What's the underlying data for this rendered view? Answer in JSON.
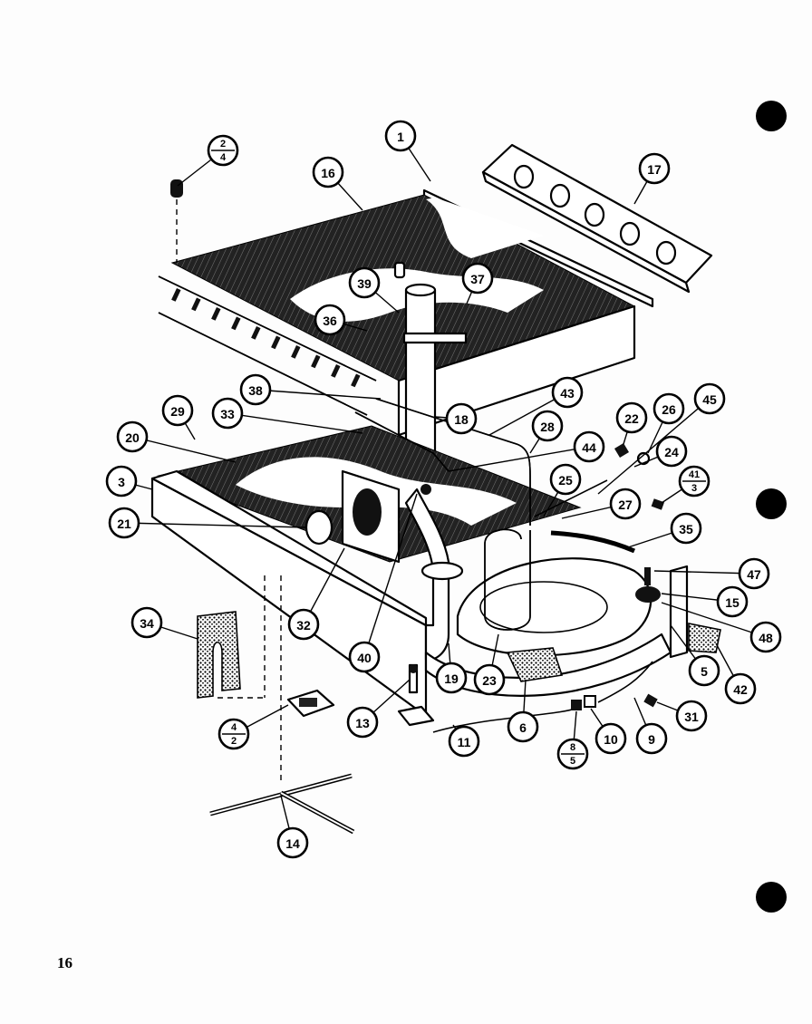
{
  "page_number": "16",
  "callouts": [
    {
      "id": "c1",
      "label": "1"
    },
    {
      "id": "c16",
      "label": "16"
    },
    {
      "id": "c17",
      "label": "17"
    },
    {
      "id": "c37",
      "label": "37"
    },
    {
      "id": "c39",
      "label": "39"
    },
    {
      "id": "c36",
      "label": "36"
    },
    {
      "id": "c38",
      "label": "38"
    },
    {
      "id": "c43",
      "label": "43"
    },
    {
      "id": "c18",
      "label": "18"
    },
    {
      "id": "c28",
      "label": "28"
    },
    {
      "id": "c22",
      "label": "22"
    },
    {
      "id": "c26",
      "label": "26"
    },
    {
      "id": "c45",
      "label": "45"
    },
    {
      "id": "c29",
      "label": "29"
    },
    {
      "id": "c33",
      "label": "33"
    },
    {
      "id": "c20",
      "label": "20"
    },
    {
      "id": "c44",
      "label": "44"
    },
    {
      "id": "c24",
      "label": "24"
    },
    {
      "id": "c3",
      "label": "3"
    },
    {
      "id": "c25",
      "label": "25"
    },
    {
      "id": "c27",
      "label": "27"
    },
    {
      "id": "c21",
      "label": "21"
    },
    {
      "id": "c35",
      "label": "35"
    },
    {
      "id": "c47",
      "label": "47"
    },
    {
      "id": "c15",
      "label": "15"
    },
    {
      "id": "c48",
      "label": "48"
    },
    {
      "id": "c34",
      "label": "34"
    },
    {
      "id": "c32",
      "label": "32"
    },
    {
      "id": "c40",
      "label": "40"
    },
    {
      "id": "c19",
      "label": "19"
    },
    {
      "id": "c23",
      "label": "23"
    },
    {
      "id": "c5",
      "label": "5"
    },
    {
      "id": "c42",
      "label": "42"
    },
    {
      "id": "c13",
      "label": "13"
    },
    {
      "id": "c6",
      "label": "6"
    },
    {
      "id": "c31",
      "label": "31"
    },
    {
      "id": "c11",
      "label": "11"
    },
    {
      "id": "c10",
      "label": "10"
    },
    {
      "id": "c9",
      "label": "9"
    },
    {
      "id": "c14",
      "label": "14"
    }
  ],
  "fraction_callouts": [
    {
      "id": "f2_4",
      "top": "2",
      "bottom": "4"
    },
    {
      "id": "f41_3",
      "top": "41",
      "bottom": "3"
    },
    {
      "id": "f4_2",
      "top": "4",
      "bottom": "2"
    },
    {
      "id": "f8_5",
      "top": "8",
      "bottom": "5"
    }
  ]
}
